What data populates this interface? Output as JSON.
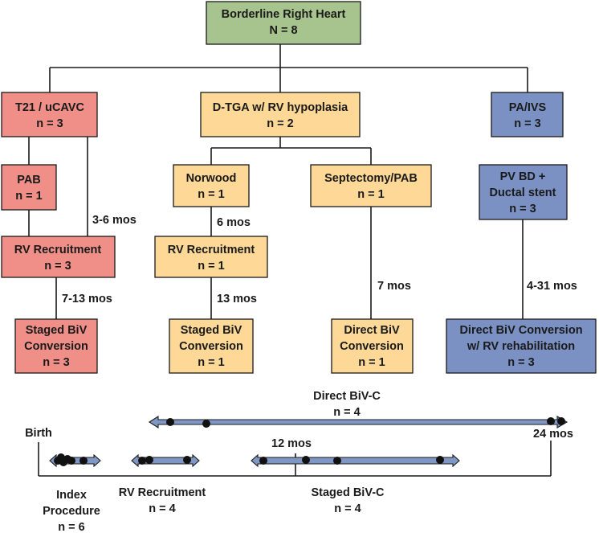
{
  "colors": {
    "root_fill": "#a8c48e",
    "red_fill": "#ef8f88",
    "yellow_fill": "#fdd896",
    "blue_fill": "#7b91c4",
    "arrow_fill": "#7f97c4",
    "line": "#1a1a1a",
    "dot": "#111111"
  },
  "boxes": {
    "root": [
      "Borderline Right Heart",
      "N = 8"
    ],
    "t21": [
      "T21 / uCAVC",
      "n = 3"
    ],
    "dtga": [
      "D-TGA w/ RV hypoplasia",
      "n = 2"
    ],
    "pa_ivs": [
      "PA/IVS",
      "n = 3"
    ],
    "pab": [
      "PAB",
      "n = 1"
    ],
    "norwood": [
      "Norwood",
      "n = 1"
    ],
    "septectomy": [
      "Septectomy/PAB",
      "n = 1"
    ],
    "pv_bd": [
      "PV BD +",
      "Ductal stent",
      "n = 3"
    ],
    "rv_recruit_left": [
      "RV Recruitment",
      "n = 3"
    ],
    "rv_recruit_mid": [
      "RV Recruitment",
      "n = 1"
    ],
    "staged_left": [
      "Staged BiV",
      "Conversion",
      "n = 3"
    ],
    "staged_mid": [
      "Staged BiV",
      "Conversion",
      "n = 1"
    ],
    "direct_mid": [
      "Direct BiV",
      "Conversion",
      "n = 1"
    ],
    "direct_right": [
      "Direct BiV Conversion",
      "w/ RV rehabilitation",
      "n = 3"
    ]
  },
  "intervals": {
    "t21_to_rv": "3-6 mos",
    "rv_to_staged_left": "7-13 mos",
    "norwood_to_rv": "6 mos",
    "rv_to_staged_mid": "13 mos",
    "septectomy_to_direct": "7 mos",
    "pvbd_to_direct": "4-31 mos"
  },
  "timeline": {
    "birth_label": "Birth",
    "mid_label": "12 mos",
    "end_label": "24 mos",
    "direct_label": [
      "Direct BiV-C",
      "n = 4"
    ],
    "index_label": [
      "Index",
      "Procedure",
      "n = 6"
    ],
    "rv_label": [
      "RV Recruitment",
      "n = 4"
    ],
    "staged_label": [
      "Staged BiV-C",
      "n = 4"
    ]
  }
}
